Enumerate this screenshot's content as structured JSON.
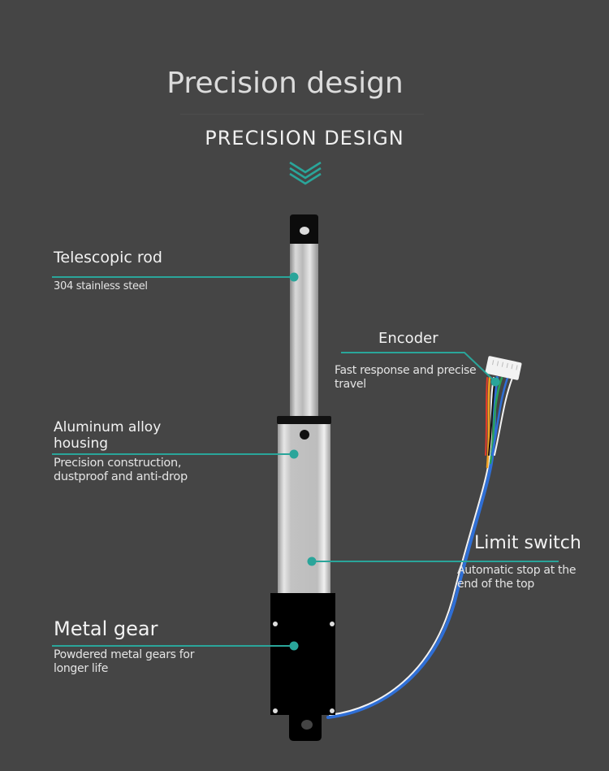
{
  "header": {
    "title": "Precision design",
    "subtitle": "PRECISION DESIGN",
    "decor_icon": "triple-chevron-down-icon"
  },
  "colors": {
    "background": "#454545",
    "accent": "#2aa59a",
    "text": "#e6e6e6"
  },
  "callouts": [
    {
      "id": "telescopic-rod",
      "title": "Telescopic rod",
      "description": "304 stainless steel"
    },
    {
      "id": "encoder",
      "title": "Encoder",
      "description": "Fast response and precise travel"
    },
    {
      "id": "aluminum-housing",
      "title": "Aluminum alloy housing",
      "title_lines": [
        "Aluminum alloy",
        "housing"
      ],
      "description_lines": [
        "Precision construction,",
        "dustproof and anti-drop"
      ]
    },
    {
      "id": "limit-switch",
      "title": "Limit switch",
      "description_lines": [
        "Automatic stop at the",
        "end of the top"
      ]
    },
    {
      "id": "metal-gear",
      "title": "Metal gear",
      "description_lines": [
        "Powdered metal gears for",
        "longer life"
      ]
    }
  ],
  "encoder_desc_lines": [
    "Fast response and precise",
    "travel"
  ],
  "product": {
    "name": "linear-actuator",
    "wire_colors": [
      "#e03a2a",
      "#111111",
      "#f0a020",
      "#2aa05a",
      "#2f6fd6",
      "#f5f5f5"
    ]
  }
}
